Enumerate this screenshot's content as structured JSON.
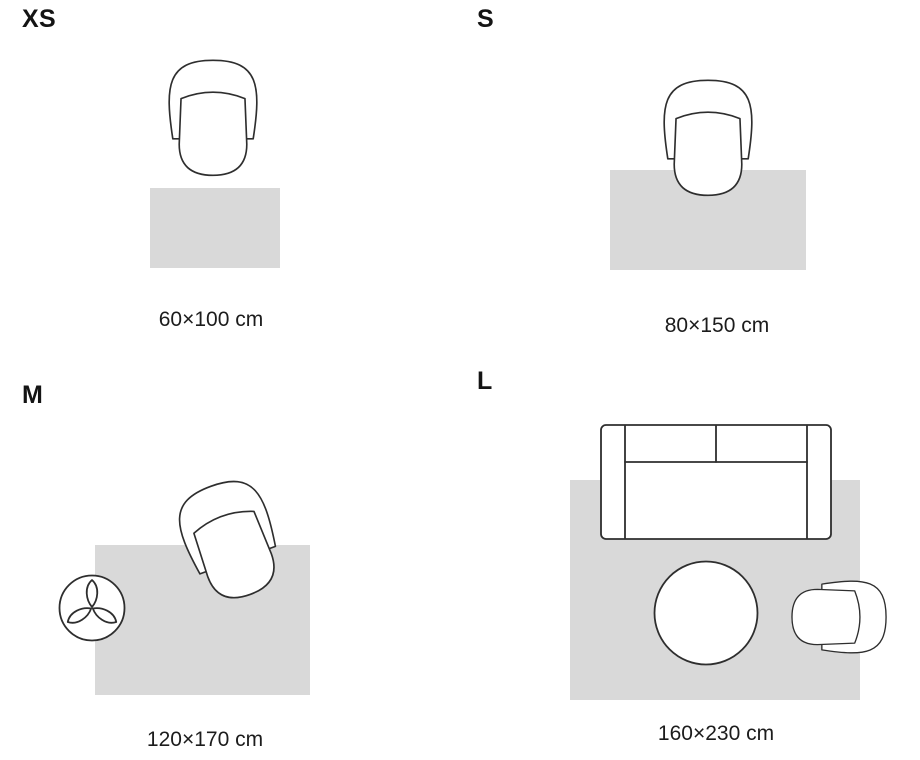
{
  "colors": {
    "rug_fill": "#d9d9d9",
    "outline": "#2e2e2e",
    "text": "#141414"
  },
  "sizes": [
    {
      "label": "XS",
      "dimensions": "60×100 cm",
      "furniture": [
        "armchair"
      ]
    },
    {
      "label": "S",
      "dimensions": "80×150 cm",
      "furniture": [
        "armchair"
      ]
    },
    {
      "label": "M",
      "dimensions": "120×170 cm",
      "furniture": [
        "armchair",
        "plant"
      ]
    },
    {
      "label": "L",
      "dimensions": "160×230 cm",
      "furniture": [
        "sofa",
        "coffee-table",
        "armchair"
      ]
    }
  ]
}
